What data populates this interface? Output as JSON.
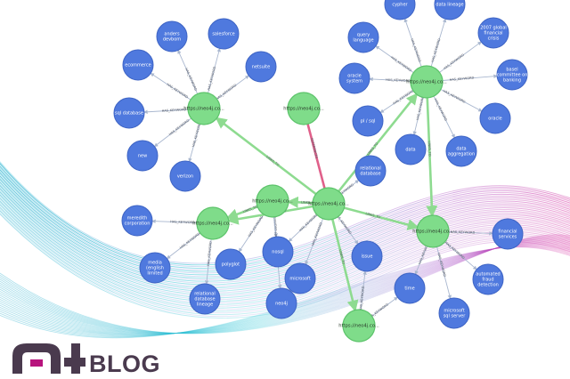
{
  "graph": {
    "hubs": [
      {
        "id": "h1",
        "label": "https://neo4j.co..."
      },
      {
        "id": "h2",
        "label": "https://neo4j.co..."
      },
      {
        "id": "h3",
        "label": "https://neo4j.co..."
      },
      {
        "id": "h4",
        "label": "https://neo4j.co..."
      },
      {
        "id": "h5",
        "label": "https://neo4j.co..."
      },
      {
        "id": "h6",
        "label": "https://neo4j.co..."
      },
      {
        "id": "h7",
        "label": "https://neo4j.co..."
      },
      {
        "id": "h8",
        "label": "https://neo4j.co..."
      }
    ],
    "topics": [
      {
        "id": "t_andersdevbom",
        "label": "anders devbom"
      },
      {
        "id": "t_salesforce",
        "label": "salesforce"
      },
      {
        "id": "t_ecommerce",
        "label": "ecommerce"
      },
      {
        "id": "t_netsuite",
        "label": "netsuite"
      },
      {
        "id": "t_sql_database",
        "label": "sql database"
      },
      {
        "id": "t_new",
        "label": "new"
      },
      {
        "id": "t_verizon",
        "label": "verizon"
      },
      {
        "id": "t_cypher",
        "label": "cypher"
      },
      {
        "id": "t_datalineage",
        "label": "data lineage"
      },
      {
        "id": "t_querylang",
        "label": "query language"
      },
      {
        "id": "t_2007crisis",
        "label": "2007 global financial crisis"
      },
      {
        "id": "t_basel",
        "label": "basel committee on banking superv"
      },
      {
        "id": "t_oracle",
        "label": "oracle system"
      },
      {
        "id": "t_pl_sql",
        "label": "pl / sql"
      },
      {
        "id": "t_data",
        "label": "data"
      },
      {
        "id": "t_dataagg",
        "label": "data aggregation"
      },
      {
        "id": "t_oracle2",
        "label": "oracle"
      },
      {
        "id": "t_relational_db",
        "label": "relational database"
      },
      {
        "id": "t_meredith",
        "label": "meredith corporation"
      },
      {
        "id": "t_media_ltd",
        "label": "media (english limited unit)"
      },
      {
        "id": "t_relational_lineage",
        "label": "relational database lineage"
      },
      {
        "id": "t_polyglot",
        "label": "polyglot"
      },
      {
        "id": "t_nosql",
        "label": "nosql"
      },
      {
        "id": "t_microsoft",
        "label": "microsoft"
      },
      {
        "id": "t_neo4j",
        "label": "neo4j"
      },
      {
        "id": "t_issue",
        "label": "issue"
      },
      {
        "id": "t_time",
        "label": "time"
      },
      {
        "id": "t_fin_services",
        "label": "financial services"
      },
      {
        "id": "t_automated_fraud",
        "label": "automated fraud detection system"
      },
      {
        "id": "t_ms_sql_server",
        "label": "microsoft sql server"
      }
    ],
    "edge_types": {
      "has_keyword": "HAS_KEYWORD",
      "links_to": "LINKS_TO",
      "references": "REFERENCES"
    },
    "colors": {
      "hub": "#7fdc8a",
      "hub_stroke": "#5cc36a",
      "topic": "#4f79de",
      "topic_stroke": "#3e64c4",
      "edge_keyword": "#a9b7cf",
      "edge_link": "#8edb90",
      "edge_ref": "#e0608a"
    }
  },
  "logo": {
    "text": "BLOG",
    "mark_color": "#4a3a4e",
    "accent_color": "#b7147d"
  }
}
